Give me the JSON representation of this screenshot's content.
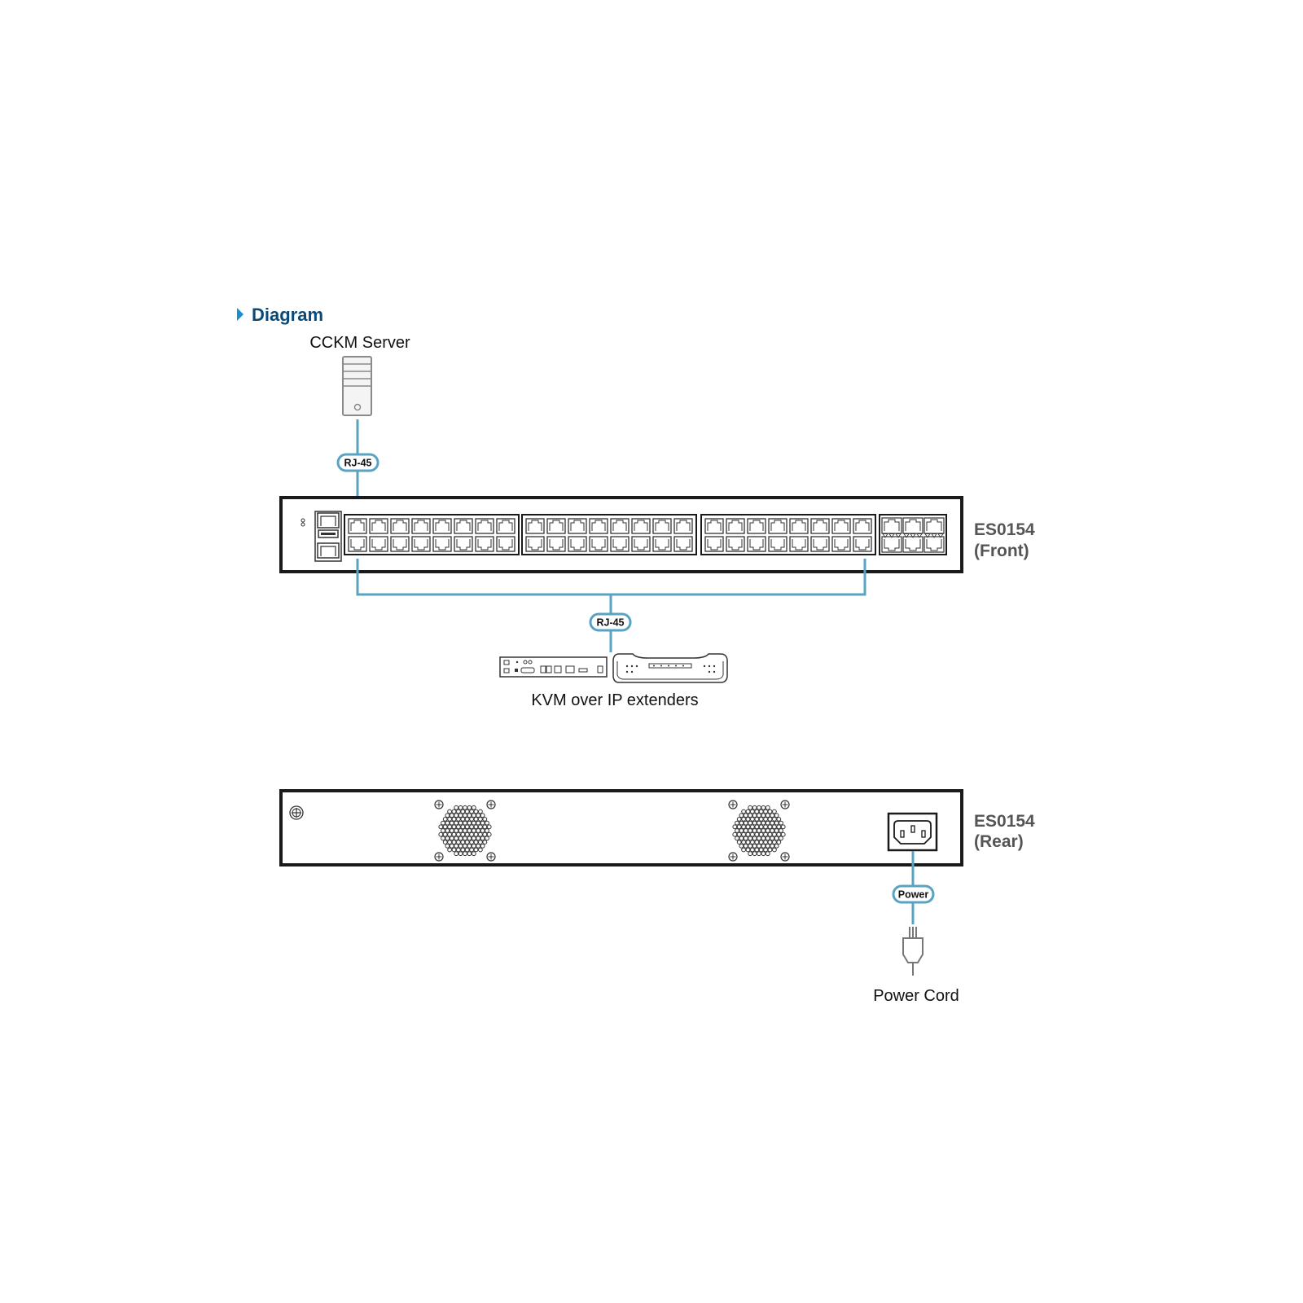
{
  "heading": "Diagram",
  "server": {
    "label": "CCKM Server"
  },
  "front": {
    "model": "ES0154",
    "view": "(Front)"
  },
  "rear": {
    "model": "ES0154",
    "view": "(Rear)"
  },
  "connections": {
    "server_cable": "RJ-45",
    "extender_cable": "RJ-45",
    "power_cable": "Power"
  },
  "extenders": {
    "label": "KVM over IP extenders"
  },
  "power_cord": {
    "label": "Power Cord"
  },
  "colors": {
    "cable": "#5aa3c0",
    "heading": "#0a4a78",
    "arrow": "#1a8fd0",
    "device_outline": "#1a1a1a",
    "model_text": "#555555"
  },
  "icons": [
    "heading-arrow-icon",
    "server-icon",
    "ground-screw-icon",
    "fan-vent-icon",
    "ac-inlet-icon",
    "power-plug-icon",
    "kvm-extender-box-icon",
    "kvm-extender-device-icon"
  ]
}
